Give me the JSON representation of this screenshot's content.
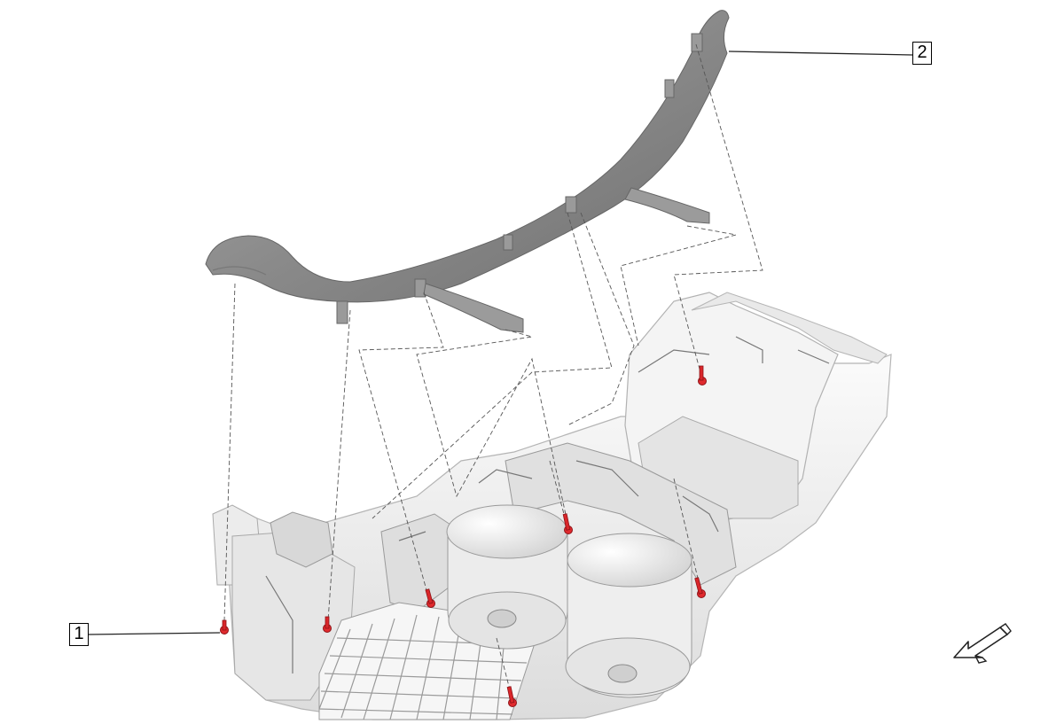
{
  "callouts": [
    {
      "id": "1",
      "label": "1"
    },
    {
      "id": "2",
      "label": "2"
    }
  ],
  "colors": {
    "trim_panel": "#8e8e8e",
    "console_body": "#f1f1f1",
    "fastener": "#e02a2e",
    "leader_line": "#222222"
  },
  "icons": [
    "direction-arrow-icon"
  ]
}
